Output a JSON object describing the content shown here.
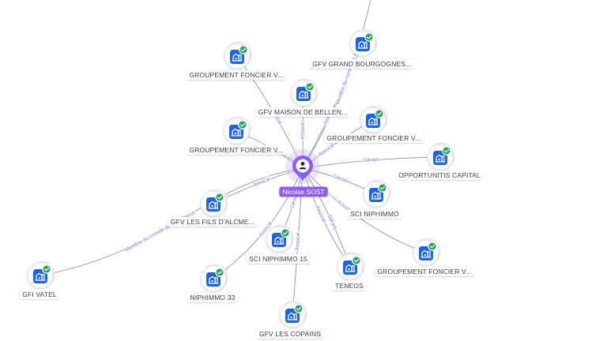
{
  "person": {
    "name": "Nicolas SOST"
  },
  "icons": {
    "person": "person-icon",
    "company": "building-icon",
    "verified": "check-badge-icon"
  },
  "companies": [
    {
      "label": "GROUPEMENT FONCIER V...",
      "relations": [
        "Associé"
      ]
    },
    {
      "label": "GFV GRAND BOURGOGNES...",
      "relations": [
        "Associé"
      ]
    },
    {
      "label": "GFV MAISON DE BELLEN...",
      "relations": [
        "Associé"
      ]
    },
    {
      "label": "GROUPEMENT FONCIER V...",
      "relations": [
        "Associé"
      ]
    },
    {
      "label": "GROUPEMENT FONCIER V...",
      "relations": [
        "Associé"
      ]
    },
    {
      "label": "OPPORTUNITIS CAPITAL",
      "relations": [
        "Gérant"
      ]
    },
    {
      "label": "GFV LES FILS D'ALCME...",
      "relations": [
        "Associé"
      ]
    },
    {
      "label": "SCI NIPHIMMO",
      "relations": [
        "Gérant"
      ]
    },
    {
      "label": "SCI NIPHIMMO 15",
      "relations": [
        "Gérant"
      ]
    },
    {
      "label": "GROUPEMENT FONCIER V...",
      "relations": [
        "Associé"
      ]
    },
    {
      "label": "GFI VATEL",
      "relations": [
        "Membre du conseil de surveillance"
      ]
    },
    {
      "label": "NIPHIMMO 33",
      "relations": [
        "Associé"
      ]
    },
    {
      "label": "TENEOS",
      "relations": [
        "Associé",
        "Gérant"
      ]
    },
    {
      "label": "GFV LES COPAINS",
      "relations": [
        "Associé"
      ]
    }
  ],
  "offscreen_links": [
    {
      "relation": "Membre du conseil de surveillance"
    }
  ],
  "colors": {
    "person": "#8b5cf6",
    "company_icon": "#1d63e8",
    "badge": "#22a559",
    "edge": "#8e93ad",
    "relation_text": "#7b6fd0"
  }
}
